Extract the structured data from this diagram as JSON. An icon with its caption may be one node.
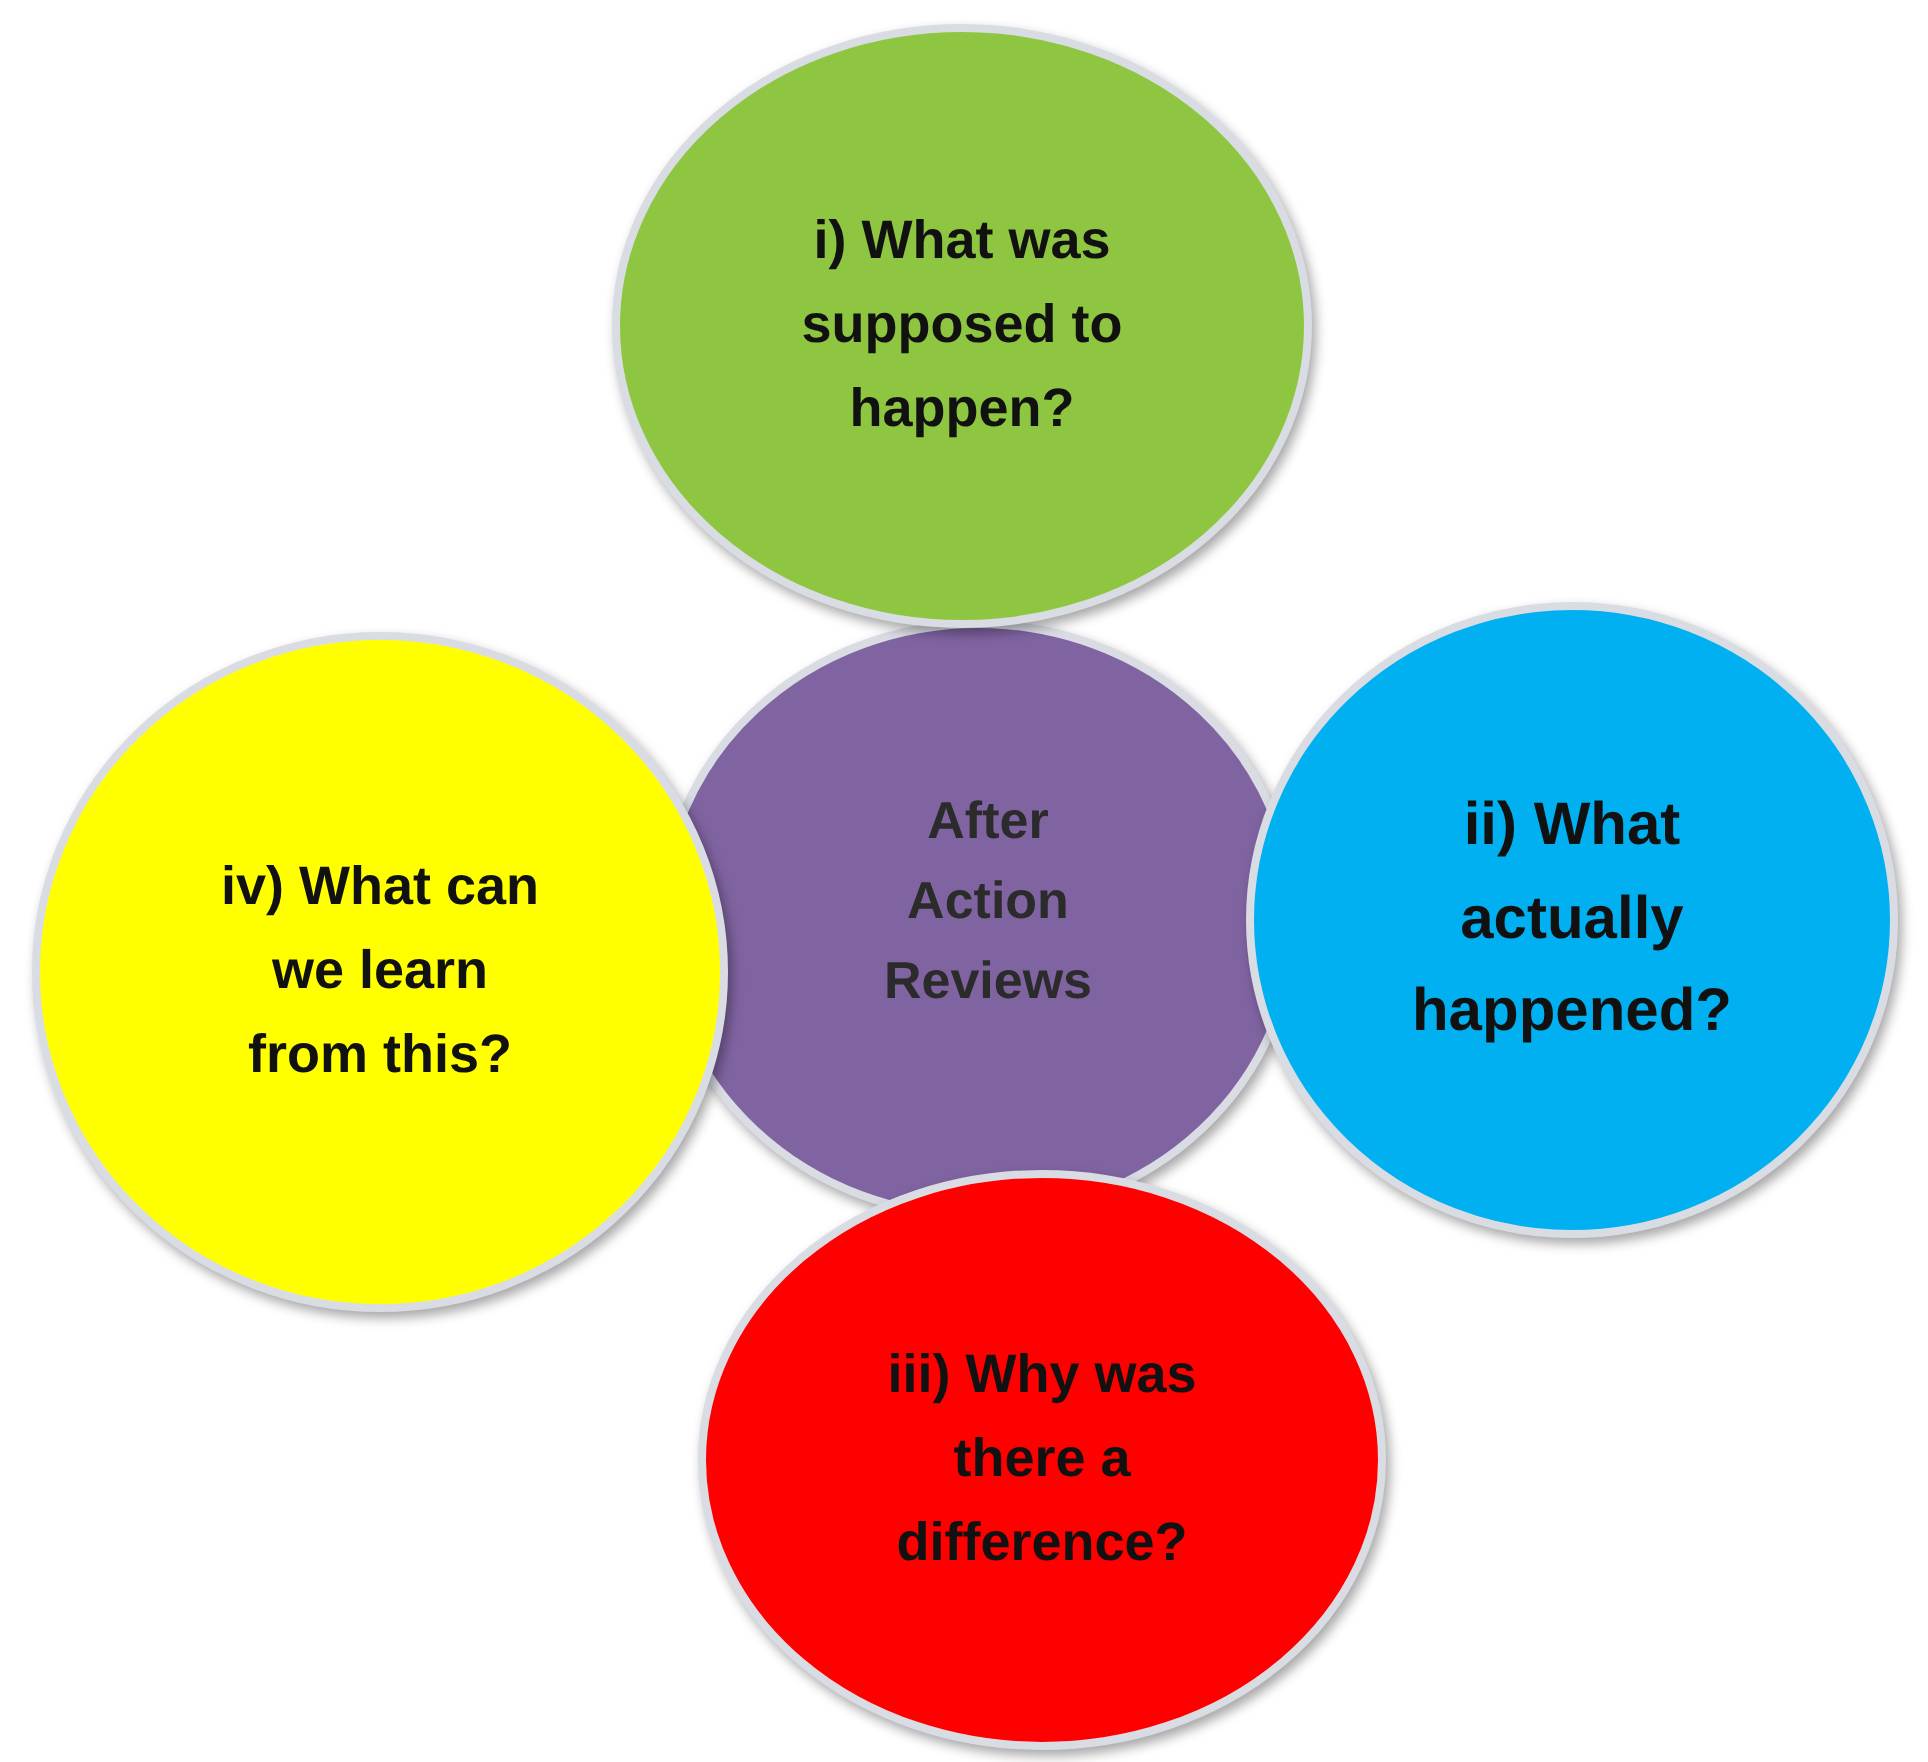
{
  "diagram": {
    "nodes": [
      {
        "text": [
          "i) What was supposed to happen?"
        ]
      },
      {
        "text": [
          "iv) What can we learn from this?"
        ]
      },
      {
        "text": [
          "After Action Reviews"
        ]
      },
      {
        "text": [
          "ii) What actually happened?"
        ]
      },
      {
        "text": [
          "iii) Why was there a difference?"
        ]
      }
    ]
  }
}
